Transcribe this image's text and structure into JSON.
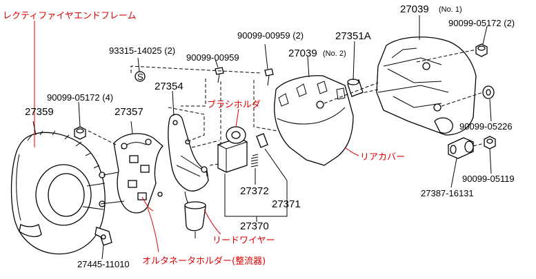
{
  "callouts": {
    "rectifier_end_frame": "レクティファイヤエンドフレーム",
    "brush_holder": "ブラシホルダ",
    "rear_cover": "リアカバー",
    "lead_wire": "リードワイヤー",
    "alternator_holder": "オルタネータホルダー(整流器)"
  },
  "parts": {
    "p27039_no1": "27039",
    "p27039_no1_note": "(No. 1)",
    "p90099_05172_2": "90099-05172 (2)",
    "p90099_00959_2": "90099-00959 (2)",
    "p27351a": "27351A",
    "p93315": "93315-14025 (2)",
    "p90099_00959": "90099-00959",
    "p27039_no2": "27039",
    "p27039_no2_note": "(No. 2)",
    "p27354": "27354",
    "p90099_05172_4": "90099-05172 (4)",
    "p27359": "27359",
    "p27357": "27357",
    "p90099_05226": "90099-05226",
    "p27372": "27372",
    "p27371": "27371",
    "p27370": "27370",
    "p90099_05119": "90099-05119",
    "p27387": "27387-16131",
    "p27445": "27445-11010",
    "snap_ring_symbol": "S"
  },
  "colors": {
    "callout": "#e00000",
    "line": "#000000",
    "background": "#ffffff"
  }
}
